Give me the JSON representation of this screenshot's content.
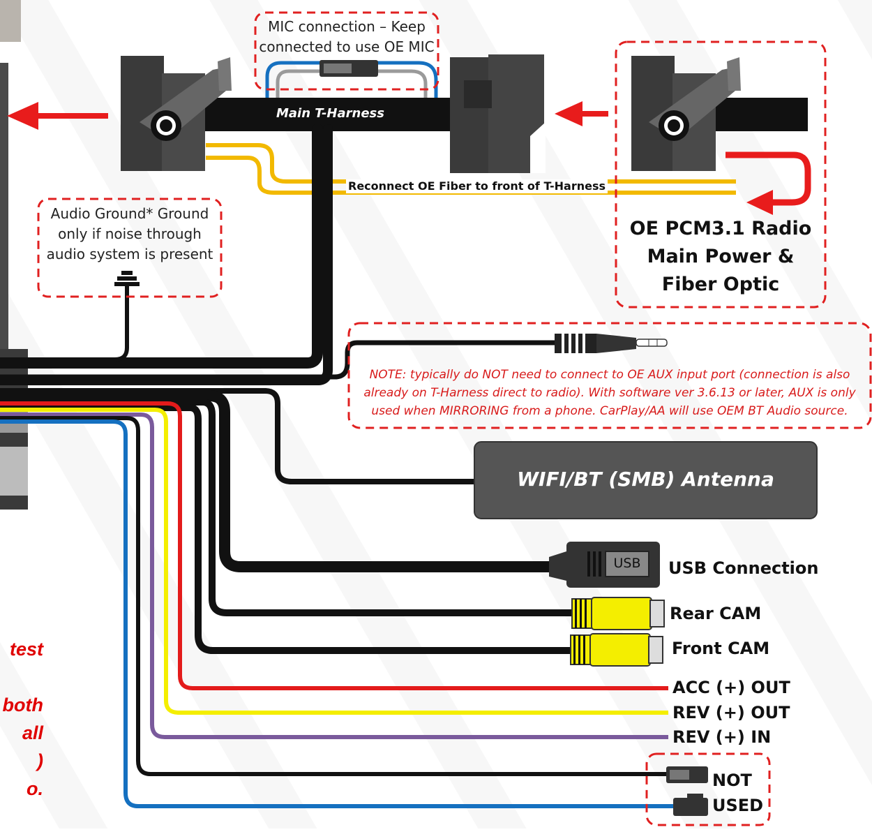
{
  "colors": {
    "cable": "#111111",
    "connector": "#3a3a3a",
    "red_wire": "#e31b1b",
    "yellow_wire": "#f4ee00",
    "purple_wire": "#7a5a9c",
    "blue_wire": "#1570c0",
    "fiber": "#f2b900",
    "callout_border": "#e02020",
    "arrow": "#e81c1c",
    "note_text": "#d81b1b",
    "antenna_box": "#555555"
  },
  "callouts": {
    "mic": {
      "line1": "MIC connection – Keep",
      "line2": "connected to use OE MIC"
    },
    "ground": {
      "line1": "Audio Ground* Ground",
      "line2": "only if noise through",
      "line3": "audio system is present"
    },
    "radio": {
      "line1": "OE PCM3.1 Radio",
      "line2": "Main Power &",
      "line3": "Fiber Optic"
    },
    "aux_note": {
      "line1": "NOTE: typically do NOT need to connect to OE AUX input port (connection is also",
      "line2": "already on T-Harness direct to radio). With software ver 3.6.13 or later, AUX is only",
      "line3": "used when MIRRORING from a phone. CarPlay/AA will use OEM BT Audio source."
    },
    "not_used": {
      "line1": "NOT",
      "line2": "USED"
    }
  },
  "harness": {
    "main_label": "Main T-Harness",
    "fiber_label": "Reconnect OE Fiber to front of T-Harness"
  },
  "antenna": {
    "label": "WIFI/BT (SMB) Antenna"
  },
  "usb": {
    "plug_text": "USB",
    "label": "USB Connection"
  },
  "outputs": {
    "rear_cam": "Rear CAM",
    "front_cam": "Front CAM",
    "acc_out": "ACC (+) OUT",
    "rev_out": "REV (+) OUT",
    "rev_in": "REV (+) IN"
  },
  "cropped_side_text": {
    "line1": "test",
    "line2": "both",
    "line3": "all",
    "line4": ")",
    "line5": "o."
  }
}
